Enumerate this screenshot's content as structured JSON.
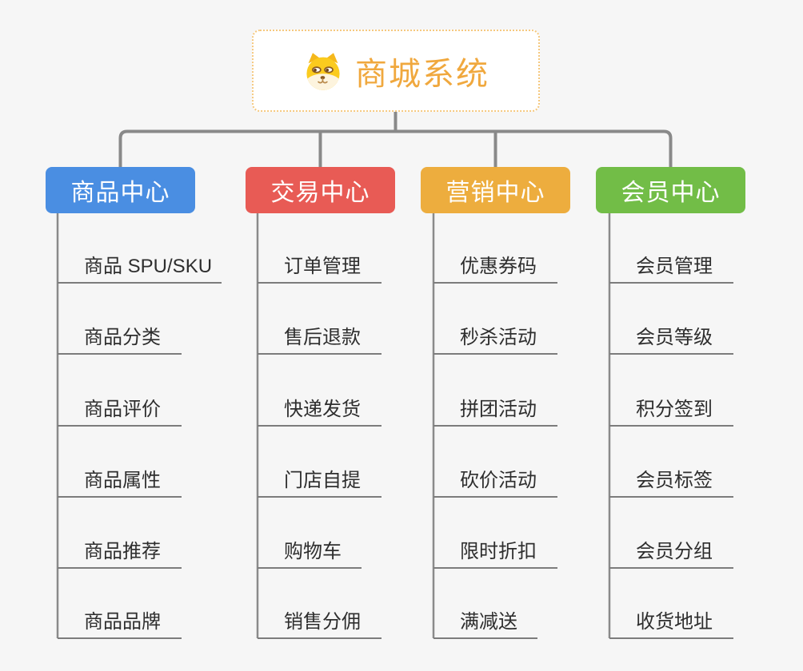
{
  "root": {
    "title": "商城系统",
    "icon": "dog-face-icon",
    "accent_color": "#f0a83e",
    "border_color": "#f5c87e"
  },
  "branches": [
    {
      "label": "商品中心",
      "color": "#4a8ee2",
      "children": [
        "商品 SPU/SKU",
        "商品分类",
        "商品评价",
        "商品属性",
        "商品推荐",
        "商品品牌"
      ]
    },
    {
      "label": "交易中心",
      "color": "#e85b55",
      "children": [
        "订单管理",
        "售后退款",
        "快递发货",
        "门店自提",
        "购物车",
        "销售分佣"
      ]
    },
    {
      "label": "营销中心",
      "color": "#edad3e",
      "children": [
        "优惠券码",
        "秒杀活动",
        "拼团活动",
        "砍价活动",
        "限时折扣",
        "满减送"
      ]
    },
    {
      "label": "会员中心",
      "color": "#72bd47",
      "children": [
        "会员管理",
        "会员等级",
        "积分签到",
        "会员标签",
        "会员分组",
        "收货地址"
      ]
    }
  ],
  "colors": {
    "background": "#f6f6f6",
    "connector": "#898989",
    "trunk": "#8a8a8a",
    "underline": "#7c7c7c",
    "leaf_text": "#2e2e2e",
    "branch_text": "#ffffff"
  }
}
